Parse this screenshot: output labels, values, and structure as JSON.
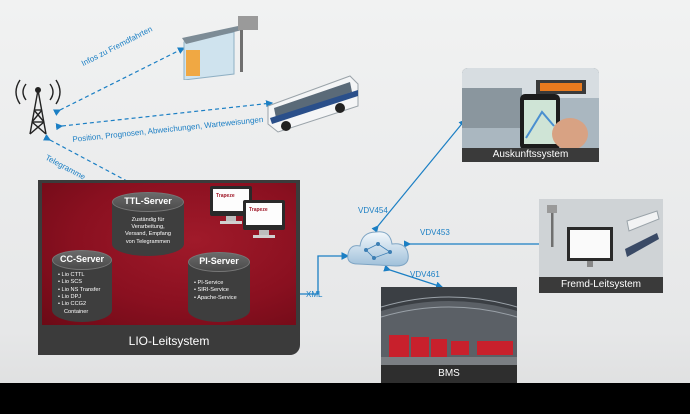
{
  "lio": {
    "system_label": "LIO-Leitsystem",
    "ttl_server": {
      "title": "TTL-Server",
      "description_lines": [
        "Zuständig für",
        "Verarbeitung,",
        "Versand, Empfang",
        "von Telegrammen"
      ]
    },
    "cc_server": {
      "title": "CC-Server",
      "items": [
        "Lio CTTL",
        "Lio SCS",
        "Lio NS Transfer",
        "Lio DPJ",
        "Lio CCG2",
        "Container"
      ]
    },
    "pi_server": {
      "title": "PI-Server",
      "items": [
        "PI-Service",
        "SIRI-Service",
        "Apache-Service"
      ]
    },
    "monitor_logo": "Trapeze"
  },
  "links": {
    "infos": "Infos zu Fremdfahrten",
    "position": "Position, Prognosen, Abweichungen, Warteweisungen",
    "telegramme": "Telegramme",
    "xml": "XML",
    "vdv454": "VDV454",
    "vdv453": "VDV453",
    "vdv461": "VDV461"
  },
  "systems": {
    "auskunft": "Auskunftssystem",
    "fremd": "Fremd-Leitsystem",
    "bms": "BMS"
  },
  "colors": {
    "lio_red": "#8a1020",
    "link_blue": "#1b7fc4",
    "panel_dark": "#3a3a3a"
  }
}
